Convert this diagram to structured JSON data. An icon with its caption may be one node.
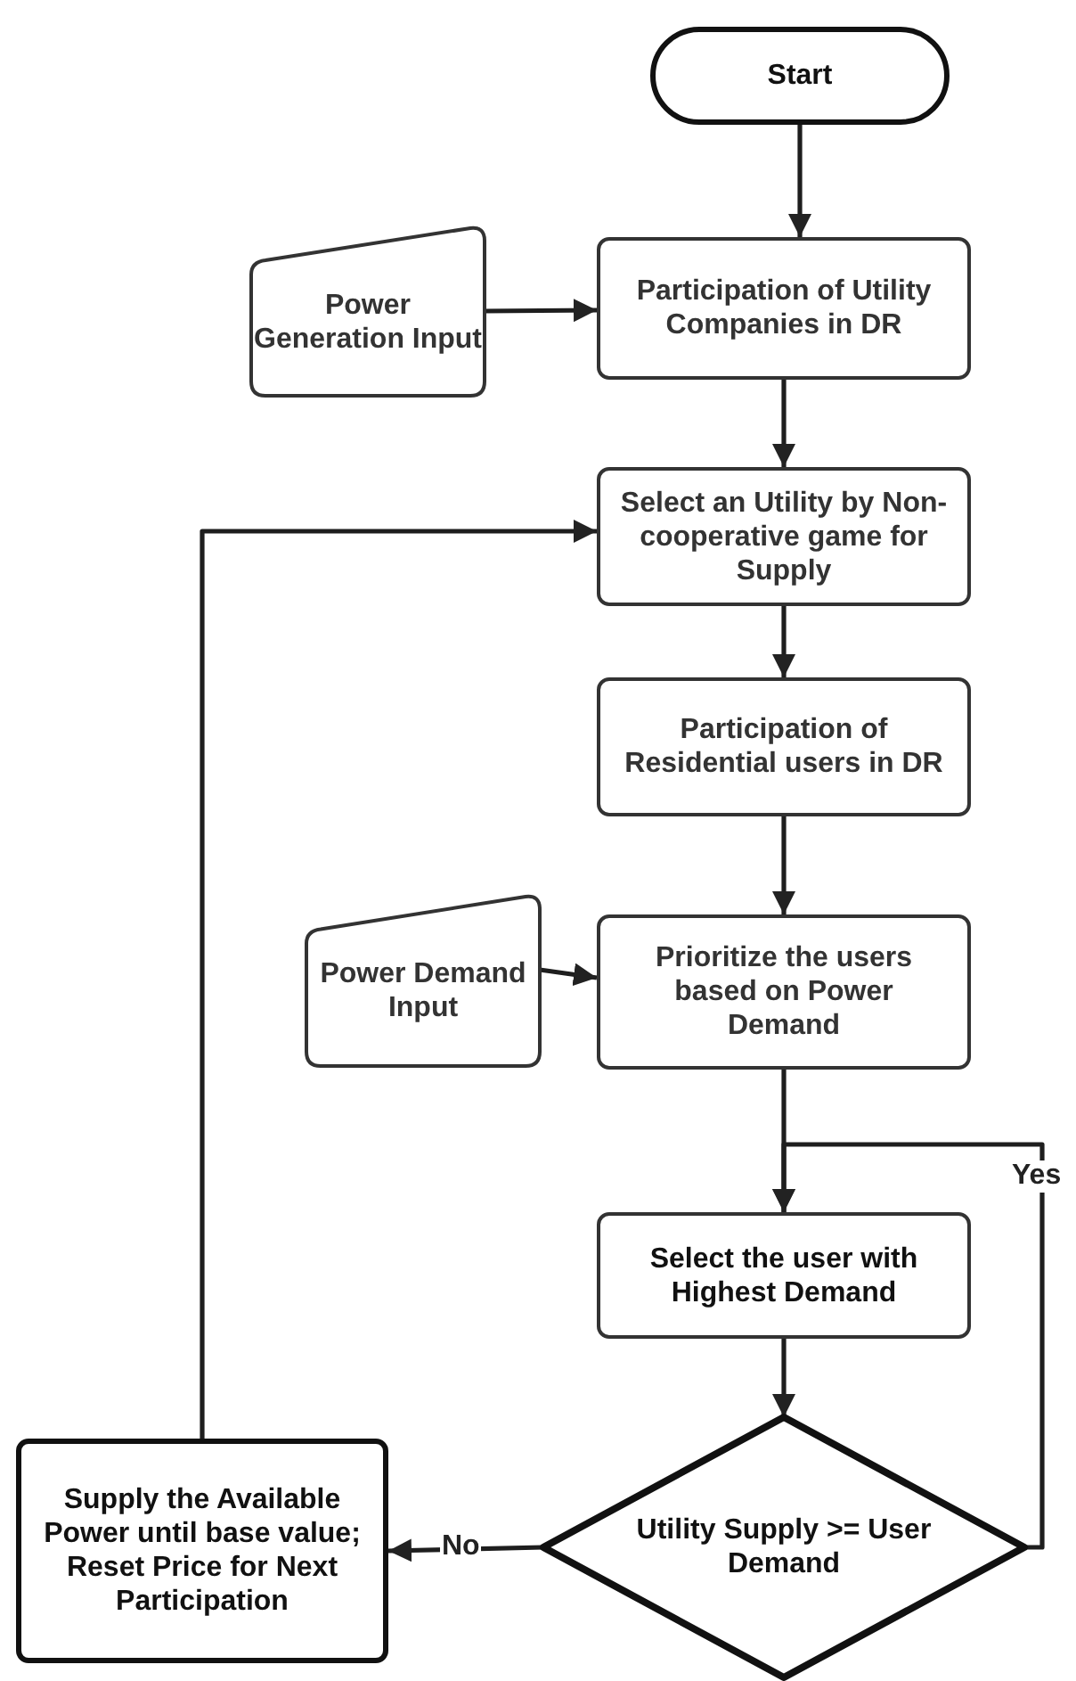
{
  "diagram": {
    "nodes": [
      {
        "text": [
          "Start"
        ]
      },
      {
        "text": [
          "Power Generation Input"
        ]
      },
      {
        "text": [
          "Participation of Utility Companies in DR"
        ]
      },
      {
        "text": [
          "Select an Utility by Non-cooperative game for Supply"
        ]
      },
      {
        "text": [
          "Participation of Residential users in DR"
        ]
      },
      {
        "text": [
          "Power Demand Input"
        ]
      },
      {
        "text": [
          "Prioritize the users based on Power Demand"
        ]
      },
      {
        "text": [
          "Select the user with Highest Demand"
        ]
      },
      {
        "text": [
          "Utility Supply >= User Demand"
        ]
      },
      {
        "text": [
          "Supply the Available Power until base value; Reset Price for Next Participation"
        ]
      }
    ],
    "edges": [
      {
        "from": 0,
        "to": 2,
        "arrow": "to"
      },
      {
        "from": 1,
        "to": 2,
        "arrow": "to"
      },
      {
        "from": 2,
        "to": 3,
        "arrow": "to"
      },
      {
        "from": 9,
        "to": 3,
        "arrow": "to"
      },
      {
        "from": 3,
        "to": 4,
        "arrow": "to"
      },
      {
        "from": 4,
        "to": 6,
        "arrow": "to"
      },
      {
        "from": 5,
        "to": 6,
        "arrow": "to"
      },
      {
        "from": 6,
        "to": 7,
        "arrow": "to"
      },
      {
        "from": 7,
        "to": 8,
        "arrow": "to"
      },
      {
        "from": 8,
        "to": 7,
        "arrow": "to",
        "label": "Yes"
      },
      {
        "from": 8,
        "to": 9,
        "arrow": "to",
        "label": "No"
      }
    ]
  }
}
